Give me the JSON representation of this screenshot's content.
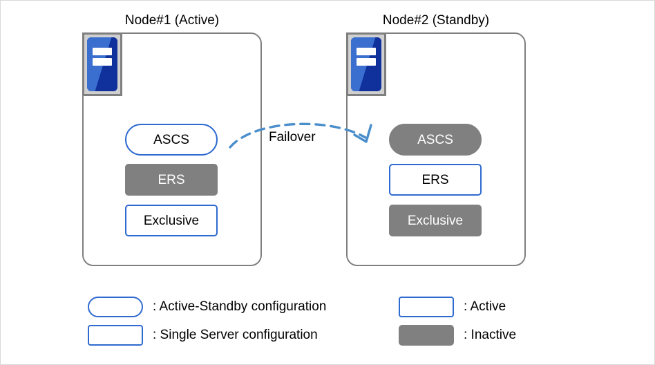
{
  "diagram": {
    "title_hidden": "",
    "colors": {
      "accent_blue": "#2f6ad0",
      "icon_blue_light": "#3a6fd0",
      "icon_blue_dark": "#10309c",
      "inactive_gray": "#808080",
      "node_border_gray": "#7f7f7f",
      "page_border": "#d9d9d9"
    }
  },
  "nodes": [
    {
      "id": "node1",
      "title": "Node#1 (Active)",
      "icon_name": "server-icon",
      "services": [
        {
          "label": "ASCS",
          "shape": "pill",
          "state": "active"
        },
        {
          "label": "ERS",
          "shape": "rect",
          "state": "inactive"
        },
        {
          "label": "Exclusive",
          "shape": "rect",
          "state": "active"
        }
      ]
    },
    {
      "id": "node2",
      "title": "Node#2 (Standby)",
      "icon_name": "server-icon",
      "services": [
        {
          "label": "ASCS",
          "shape": "pill",
          "state": "inactive"
        },
        {
          "label": "ERS",
          "shape": "rect",
          "state": "active"
        },
        {
          "label": "Exclusive",
          "shape": "rect",
          "state": "inactive"
        }
      ]
    }
  ],
  "failover": {
    "label": "Failover",
    "direction": "node1-to-node2",
    "style": "dashed-curved-arrow",
    "color": "#4a8ecb"
  },
  "legend": {
    "left": [
      {
        "swatch": "pill-outline",
        "text": ": Active-Standby configuration"
      },
      {
        "swatch": "rect-outline",
        "text": ": Single Server configuration"
      }
    ],
    "right": [
      {
        "swatch": "rect-outline",
        "text": ": Active"
      },
      {
        "swatch": "rect-filled",
        "text": ": Inactive"
      }
    ]
  }
}
